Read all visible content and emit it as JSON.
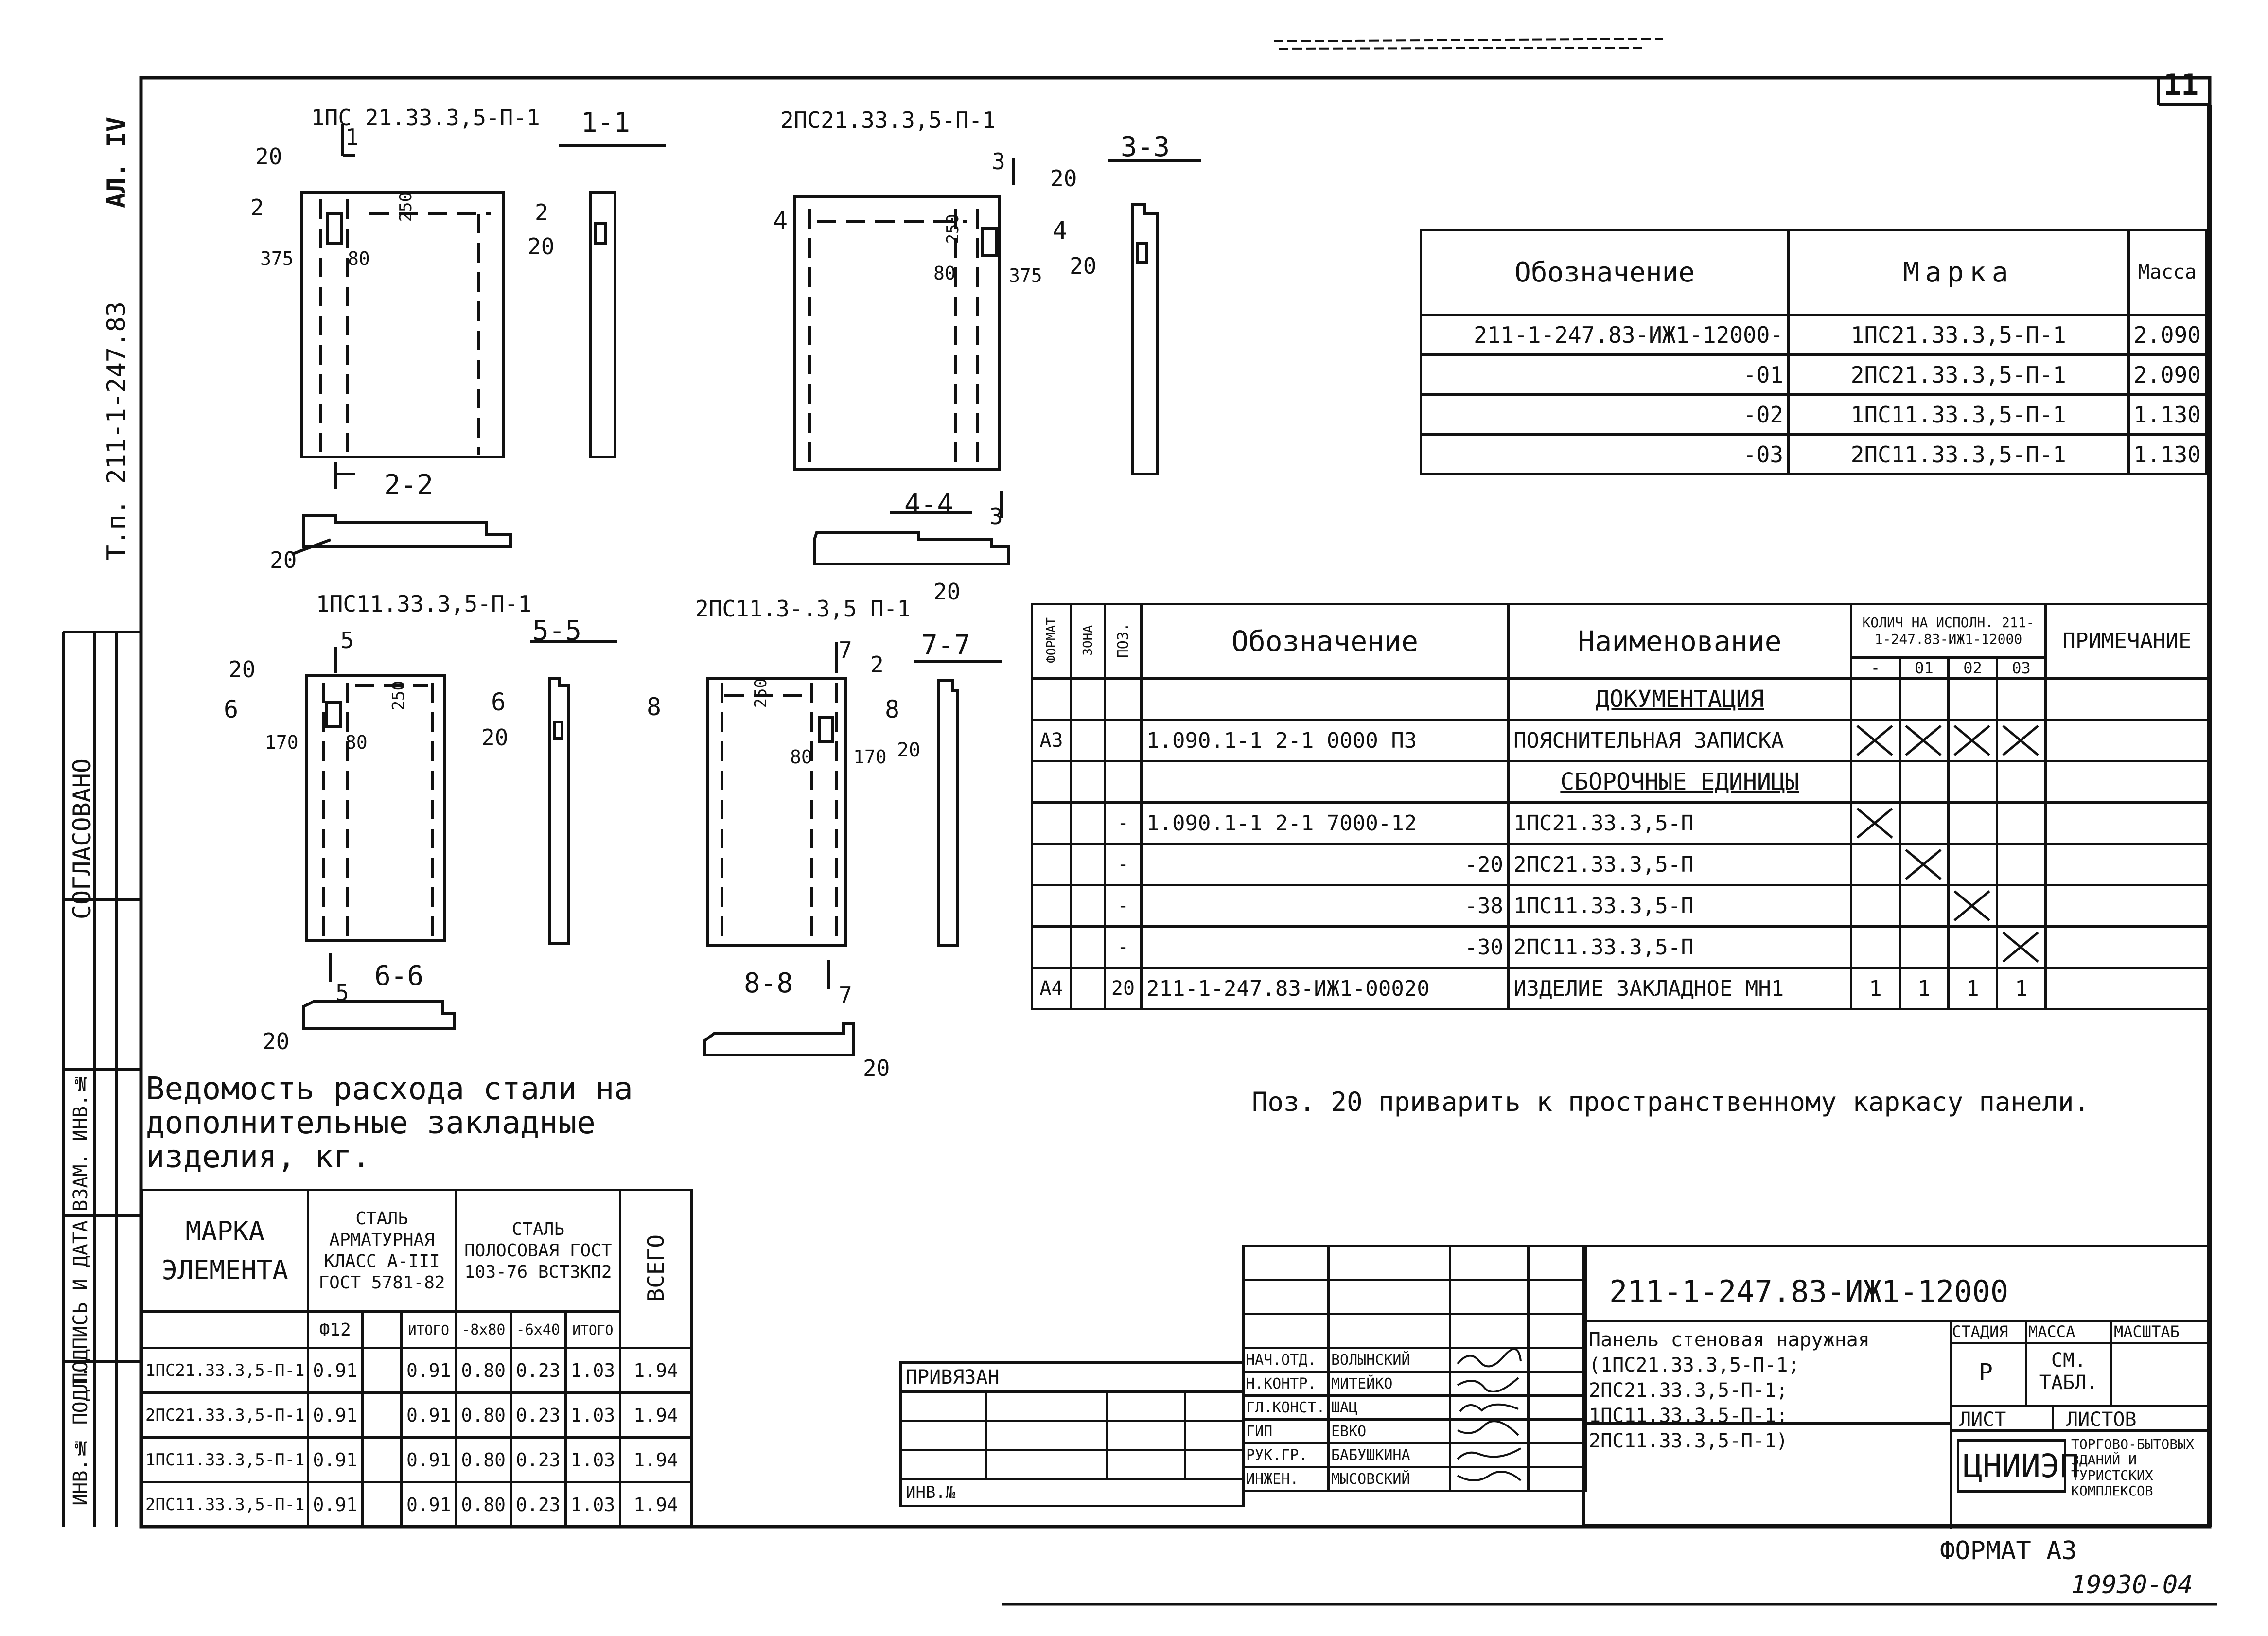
{
  "sheet_no": "11",
  "side_album": "АЛ. IV",
  "side_series": "Т.п. 211-1-247.83",
  "side_cols": [
    "ИНВ.№ ПОДЛ.",
    "ПОДПИСЬ И ДАТА",
    "ВЗАМ. ИНВ.№"
  ],
  "side_cut": "СОГЛАСОВАНО",
  "views": {
    "v1": {
      "title": "1ПС 21.33.3,5-П-1",
      "sec_a": "1-1",
      "sec_b": "2-2",
      "pos": "20",
      "d1": "375",
      "d2": "80",
      "d3": "250",
      "m1": "1",
      "m2": "2"
    },
    "v3": {
      "title": "2ПС21.33.3,5-П-1",
      "sec_a": "3-3",
      "sec_b": "4-4",
      "pos": "20",
      "d1": "80",
      "d2": "375",
      "d3": "250",
      "m1": "3",
      "m2": "4"
    },
    "v5": {
      "title": "1ПС11.33.3,5-П-1",
      "sec_a": "5-5",
      "sec_b": "6-6",
      "pos": "20",
      "d1": "170",
      "d2": "80",
      "d3": "250",
      "m1": "5",
      "m2": "6"
    },
    "v7": {
      "title": "2ПС11.3-.3,5 П-1",
      "sec_a": "7-7",
      "sec_b": "8-8",
      "pos": "20",
      "d1": "80",
      "d2": "170",
      "d3": "250",
      "m1": "7",
      "m2": "8",
      "pos2": "2"
    }
  },
  "mass_table": {
    "headers": [
      "Обозначение",
      "Марка",
      "Масса"
    ],
    "rows": [
      [
        "211-1-247.83-ИЖ1-12000-",
        "1ПС21.33.3,5-П-1",
        "2.090"
      ],
      [
        "-01",
        "2ПС21.33.3,5-П-1",
        "2.090"
      ],
      [
        "-02",
        "1ПС11.33.3,5-П-1",
        "1.130"
      ],
      [
        "-03",
        "2ПС11.33.3,5-П-1",
        "1.130"
      ]
    ]
  },
  "spec": {
    "h_format": "ФОРМАТ",
    "h_zone": "ЗОНА",
    "h_pos": "ПОЗ.",
    "h_desig": "Обозначение",
    "h_name": "Наименование",
    "h_qty": "КОЛИЧ НА ИСПОЛН. 211-1-247.83-ИЖ1-12000",
    "h_qty_cols": [
      "-",
      "01",
      "02",
      "03"
    ],
    "h_note": "ПРИМЕЧАНИЕ",
    "sec_docs": "ДОКУМЕНТАЦИЯ",
    "sec_units": "СБОРОЧНЫЕ ЕДИНИЦЫ",
    "rows": [
      {
        "fmt": "А3",
        "zone": "",
        "pos": "",
        "desig": "1.090.1-1   2-1   0000 ПЗ",
        "name": "ПОЯСНИТЕЛЬНАЯ ЗАПИСКА",
        "q": [
          "x",
          "x",
          "x",
          "x"
        ]
      },
      {
        "fmt": "",
        "zone": "",
        "pos": "-",
        "desig": "1.090.1-1   2-1   7000-12",
        "name": "1ПС21.33.3,5-П",
        "q": [
          "x",
          "",
          "",
          ""
        ]
      },
      {
        "fmt": "",
        "zone": "",
        "pos": "-",
        "desig": "-20",
        "name": "2ПС21.33.3,5-П",
        "q": [
          "",
          "x",
          "",
          ""
        ]
      },
      {
        "fmt": "",
        "zone": "",
        "pos": "-",
        "desig": "-38",
        "name": "1ПС11.33.3,5-П",
        "q": [
          "",
          "",
          "x",
          ""
        ]
      },
      {
        "fmt": "",
        "zone": "",
        "pos": "-",
        "desig": "-30",
        "name": "2ПС11.33.3,5-П",
        "q": [
          "",
          "",
          "",
          "x"
        ]
      },
      {
        "fmt": "А4",
        "zone": "",
        "pos": "20",
        "desig": "211-1-247.83-ИЖ1-00020",
        "name": "ИЗДЕЛИЕ ЗАКЛАДНОЕ МН1",
        "q": [
          "1",
          "1",
          "1",
          "1"
        ]
      }
    ]
  },
  "note": "Поз. 20 приварить к пространственному каркасу панели.",
  "steel": {
    "title": "Ведомость расхода стали на дополнительные закладные изделия, кг.",
    "h_mark": "МАРКА ЭЛЕМЕНТА",
    "h_rebar": "СТАЛЬ АРМАТУРНАЯ КЛАСС А-III ГОСТ 5781-82",
    "h_strip": "СТАЛЬ ПОЛОСОВАЯ ГОСТ 103-76 ВСТ3КП2",
    "h_total": "ВСЕГО",
    "sub": [
      "Ф12",
      "",
      "ИТОГО",
      "-8х80",
      "-6х40",
      "ИТОГО"
    ],
    "rows": [
      [
        "1ПС21.33.3,5-П-1",
        "0.91",
        "",
        "0.91",
        "0.80",
        "0.23",
        "1.03",
        "1.94"
      ],
      [
        "2ПС21.33.3,5-П-1",
        "0.91",
        "",
        "0.91",
        "0.80",
        "0.23",
        "1.03",
        "1.94"
      ],
      [
        "1ПС11.33.3,5-П-1",
        "0.91",
        "",
        "0.91",
        "0.80",
        "0.23",
        "1.03",
        "1.94"
      ],
      [
        "2ПС11.33.3,5-П-1",
        "0.91",
        "",
        "0.91",
        "0.80",
        "0.23",
        "1.03",
        "1.94"
      ]
    ]
  },
  "stamp": {
    "code": "211-1-247.83-ИЖ1-12000",
    "title": "Панель стеновая наружная (1ПС21.33.3,5-П-1; 2ПС21.33.3,5-П-1; 1ПС11.33.3,5-П-1; 2ПС11.33.3,5-П-1)",
    "h_stage": "СТАДИЯ",
    "h_mass": "МАССА",
    "h_scale": "МАСШТАБ",
    "stage": "Р",
    "mass": "СМ. ТАБЛ.",
    "sheet": "ЛИСТ",
    "sheets": "ЛИСТОВ",
    "org": "ЦНИИЭП",
    "org_sub": "ТОРГОВО-БЫТОВЫХ ЗДАНИЙ И ТУРИСТСКИХ КОМПЛЕКСОВ",
    "bind": "ПРИВЯЗАН",
    "inv": "ИНВ.№",
    "people": [
      [
        "НАЧ.ОТД.",
        "ВОЛЫНСКИЙ"
      ],
      [
        "Н.КОНТР.",
        "МИТЕЙКО"
      ],
      [
        "ГЛ.КОНСТ.",
        "ШАЦ"
      ],
      [
        "ГИП",
        "ЕВКО"
      ],
      [
        "РУК.ГР.",
        "БАБУШКИНА"
      ],
      [
        "ИНЖЕН.",
        "МЫСОВСКИЙ"
      ]
    ]
  },
  "format": "ФОРМАТ А3",
  "archive": "19930-04"
}
